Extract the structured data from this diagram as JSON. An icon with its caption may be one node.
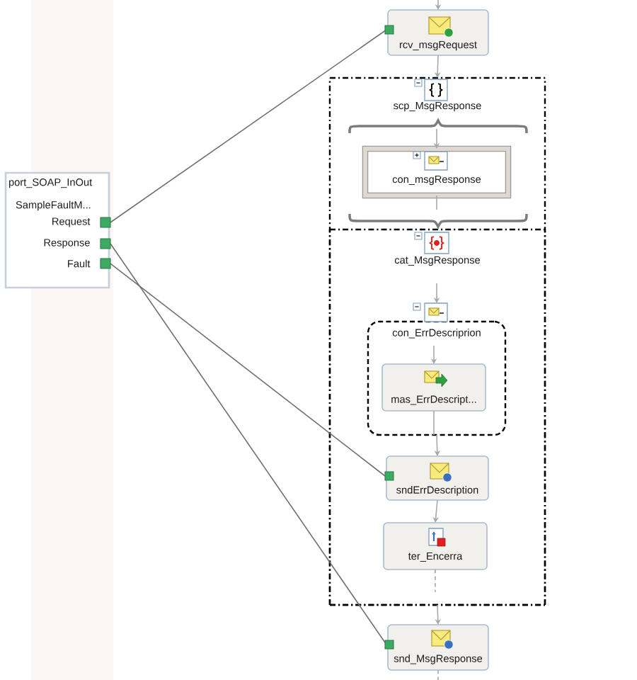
{
  "diagram": {
    "nodes": [
      {
        "text": [
          "port_SOAP_InOut",
          "SampleFaultM..."
        ]
      },
      {
        "text": [
          "Request"
        ],
        "in": 0
      },
      {
        "text": [
          "Response"
        ],
        "in": 0
      },
      {
        "text": [
          "Fault"
        ],
        "in": 0
      },
      {
        "text": [
          "rcv_msgRequest"
        ]
      },
      {
        "text": [
          "scp_MsgResponse"
        ]
      },
      {
        "text": [
          "con_msgResponse"
        ],
        "in": 5
      },
      {
        "text": [
          "cat_MsgResponse"
        ],
        "in": 5
      },
      {
        "text": [
          "con_ErrDescriprion"
        ],
        "in": 7
      },
      {
        "text": [
          "mas_ErrDescript..."
        ],
        "in": 8
      },
      {
        "text": [
          "sndErrDescription"
        ],
        "in": 7
      },
      {
        "text": [
          "ter_Encerra"
        ],
        "in": 7
      },
      {
        "text": [
          "snd_MsgResponse"
        ]
      }
    ],
    "edges": [
      {
        "from": 1,
        "to": 4,
        "arrow": "none",
        "color": "#707070"
      },
      {
        "from": 2,
        "to": 12,
        "arrow": "none",
        "color": "#707070"
      },
      {
        "from": 3,
        "to": 10,
        "arrow": "none",
        "color": "#707070"
      },
      {
        "from": null,
        "to": 4,
        "arrow": "to"
      },
      {
        "from": 4,
        "to": 5,
        "arrow": "to"
      },
      {
        "from": null,
        "to": 6,
        "arrow": "to"
      },
      {
        "from": 6,
        "to": null,
        "arrow": "none"
      },
      {
        "from": null,
        "to": 8,
        "arrow": "to"
      },
      {
        "from": null,
        "to": 9,
        "arrow": "to"
      },
      {
        "from": 9,
        "to": null,
        "arrow": "none"
      },
      {
        "from": 8,
        "to": 10,
        "arrow": "to"
      },
      {
        "from": 10,
        "to": 11,
        "arrow": "to"
      },
      {
        "from": 11,
        "to": null,
        "arrow": "none",
        "style": "dashed"
      },
      {
        "from": 5,
        "to": 12,
        "arrow": "to"
      },
      {
        "from": 12,
        "to": null,
        "arrow": "none",
        "style": "dashed"
      }
    ]
  }
}
